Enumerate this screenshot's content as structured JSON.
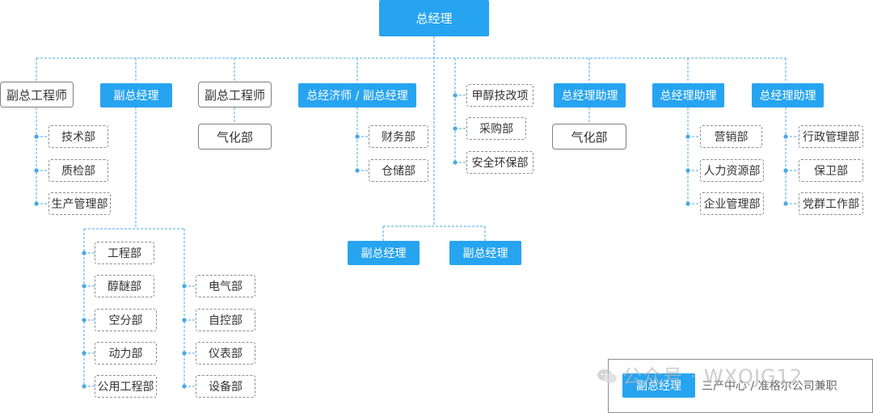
{
  "org_chart": {
    "root": "总经理",
    "branches": [
      {
        "label": "副总工程师",
        "style": "gray",
        "children": [
          "技术部",
          "质检部",
          "生产管理部"
        ]
      },
      {
        "label": "副总经理",
        "style": "blue",
        "children_left": [
          "工程部",
          "醇醚部",
          "空分部",
          "动力部",
          "公用工程部"
        ],
        "children_right": [
          "电气部",
          "自控部",
          "仪表部",
          "设备部"
        ]
      },
      {
        "label": "副总工程师",
        "style": "gray",
        "children": [
          "气化部"
        ]
      },
      {
        "label": "总经济师 / 副总经理",
        "style": "blue",
        "children": [
          "财务部",
          "仓储部"
        ]
      },
      {
        "label": "",
        "children": [
          "甲醇技改项",
          "采购部",
          "安全环保部"
        ]
      },
      {
        "label": "总经理助理",
        "style": "blue",
        "children": [
          "气化部"
        ]
      },
      {
        "label": "总经理助理",
        "style": "blue",
        "children": [
          "营销部",
          "人力资源部",
          "企业管理部"
        ]
      },
      {
        "label": "总经理助理",
        "style": "blue",
        "children": [
          "行政管理部",
          "保卫部",
          "党群工作部"
        ]
      }
    ],
    "bottom_nodes": [
      "副总经理",
      "副总经理"
    ]
  },
  "legend": {
    "node_label": "副总经理",
    "text": "三产中心 / 准格尔公司兼职"
  },
  "watermark": "公众号 · WXQJG12",
  "colors": {
    "accent": "#27a4f0",
    "line": "#4aa8e6",
    "dashed_border": "#8c8c8c"
  }
}
